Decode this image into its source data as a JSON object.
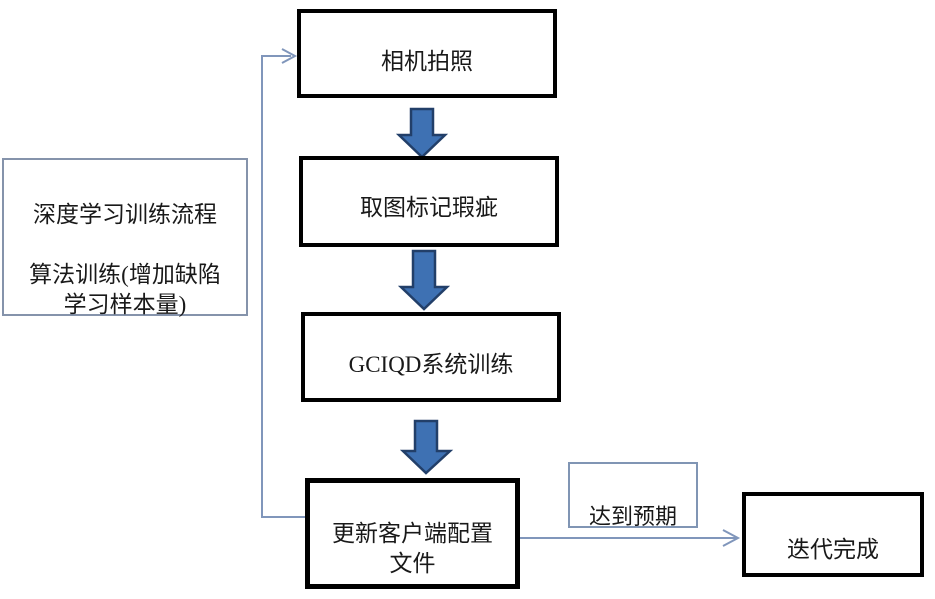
{
  "flowchart": {
    "nodes": {
      "camera": {
        "label": "相机拍照"
      },
      "mark_defects": {
        "label": "取图标记瑕疵"
      },
      "system_training": {
        "label": "GCIQD系统训练"
      },
      "update_config": {
        "label": "更新客户端配置\n文件"
      },
      "process_note": {
        "label": "深度学习训练流程\n\n算法训练(增加缺陷\n学习样本量)"
      },
      "expectation": {
        "label": "达到预期"
      },
      "iteration_done": {
        "label": "迭代完成"
      }
    },
    "icons": {
      "down_block_arrow": "thick blue down arrow",
      "open_arrowhead": "thin open chevron arrowhead"
    },
    "colors": {
      "block_arrow_fill": "#3e71b3",
      "block_arrow_stroke": "#223f69",
      "connector_line": "#8096bb",
      "black_box_border": "#000000",
      "note_box_border": "#8593ab",
      "expect_box_border": "#8095b4",
      "background": "#ffffff",
      "text": "#191919"
    }
  }
}
